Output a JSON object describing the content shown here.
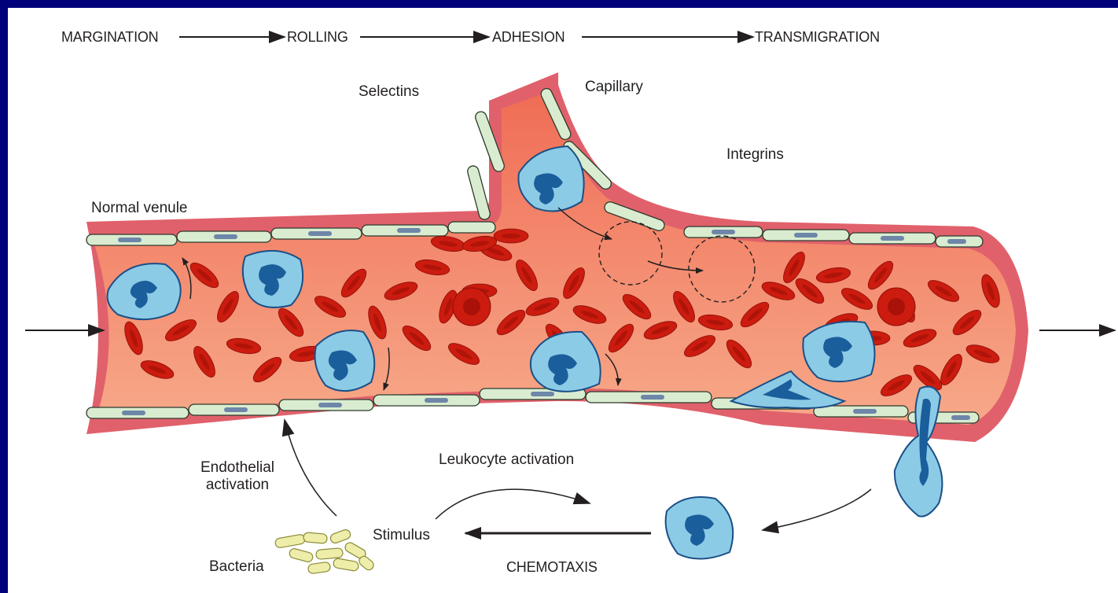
{
  "stages": [
    "MARGINATION",
    "ROLLING",
    "ADHESION",
    "TRANSMIGRATION"
  ],
  "labels": {
    "selectins": "Selectins",
    "capillary": "Capillary",
    "integrins": "Integrins",
    "normal_venule": "Normal venule",
    "endothelial_activation_line1": "Endothelial",
    "endothelial_activation_line2": "activation",
    "leukocyte_activation": "Leukocyte activation",
    "stimulus": "Stimulus",
    "bacteria": "Bacteria",
    "chemotaxis": "CHEMOTAXIS"
  },
  "colors": {
    "frame": "#00007a",
    "background": "#ffffff",
    "vessel_wall": "#e0616b",
    "vessel_lumen": "#f39478",
    "endothelium": "#d9ecd0",
    "red_blood_cell": "#cc1b0f",
    "leukocyte": "#8ccbe6",
    "leukocyte_nucleus": "#1b5e9c",
    "bacteria": "#eeeeaa",
    "text": "#231f20"
  }
}
